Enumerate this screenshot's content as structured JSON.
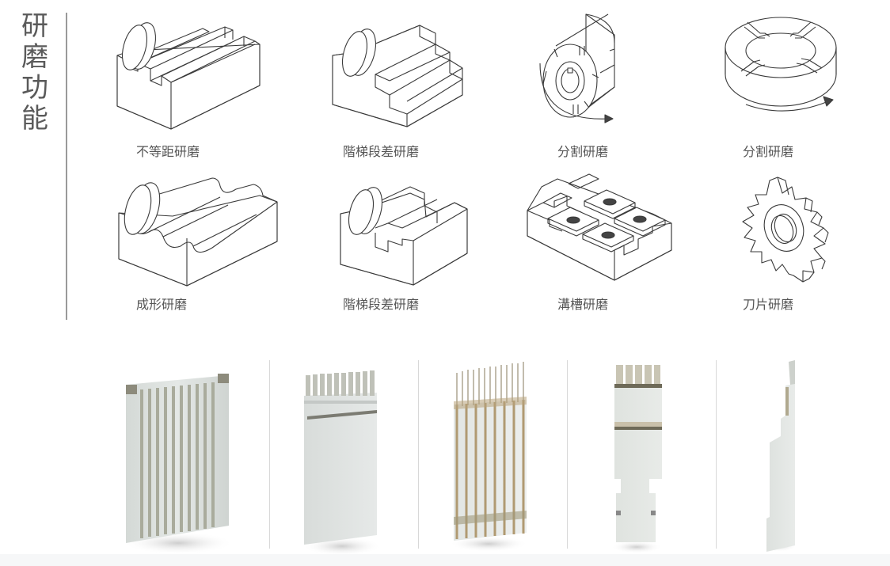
{
  "section": {
    "title_chars": [
      "研",
      "磨",
      "功",
      "能"
    ]
  },
  "diagrams": [
    {
      "label": "不等距研磨",
      "icon": "unequal-pitch-grinding-icon"
    },
    {
      "label": "階梯段差研磨",
      "icon": "step-grinding-icon"
    },
    {
      "label": "分割研磨",
      "icon": "cylinder-indexing-grinding-icon"
    },
    {
      "label": "分割研磨",
      "icon": "ring-indexing-grinding-icon"
    },
    {
      "label": "成形研磨",
      "icon": "profile-grinding-icon"
    },
    {
      "label": "階梯段差研磨",
      "icon": "step-slot-grinding-icon"
    },
    {
      "label": "溝槽研磨",
      "icon": "groove-grinding-icon"
    },
    {
      "label": "刀片研磨",
      "icon": "blade-grinding-icon"
    }
  ],
  "photos": [
    {
      "name": "comb-insert-photo"
    },
    {
      "name": "punch-comb-photo"
    },
    {
      "name": "pin-array-photo"
    },
    {
      "name": "stepped-punch-photo"
    },
    {
      "name": "blade-insert-photo"
    }
  ],
  "colors": {
    "line": "#3a3a3a",
    "text": "#555555",
    "rule": "#9a9a9a",
    "metal": "#dfe3e0"
  }
}
